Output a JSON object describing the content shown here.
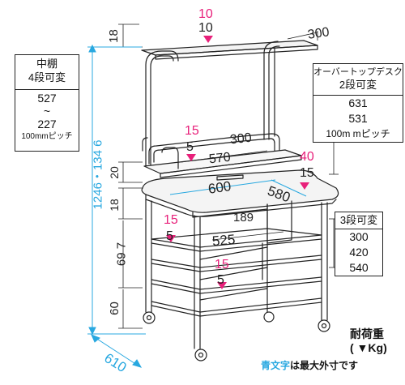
{
  "colors": {
    "magenta": "#e8207a",
    "cyan": "#28a8e0",
    "ink": "#222222"
  },
  "top": {
    "load": "10",
    "dim": "10",
    "depth": "300",
    "height": "18"
  },
  "mid_shelf": {
    "title_line1": "中棚",
    "title_line2": "4段可変",
    "range_top": "527",
    "range_sep": "~",
    "range_bottom": "227",
    "pitch": "100mmピッチ"
  },
  "overtop": {
    "title_line1": "オーバートップデスク",
    "title_line2": "2段可変",
    "values": [
      "631",
      "531",
      "100m mピッチ"
    ]
  },
  "shelf": {
    "load": "15",
    "load_sub": "5",
    "depth": "300",
    "width": "570",
    "height_a": "20",
    "height_b": "18"
  },
  "desk": {
    "load": "40",
    "load_sub": "15",
    "width": "600",
    "depth": "580",
    "cabinet_depth": "189"
  },
  "lower": {
    "load1": "15",
    "load1_sub": "5",
    "width": "525",
    "load2": "15",
    "load2_sub": "5",
    "height_mid": "69 7",
    "height_bottom": "60",
    "total_height": "1246・134 6",
    "depth": "610"
  },
  "lower_panel": {
    "title": "3段可変",
    "values": [
      "300",
      "420",
      "540"
    ]
  },
  "legend": {
    "load_title": "耐荷重",
    "load_unit": "( ▼Kg)",
    "note_blue": "青文字",
    "note_black": "は最大外寸です"
  }
}
